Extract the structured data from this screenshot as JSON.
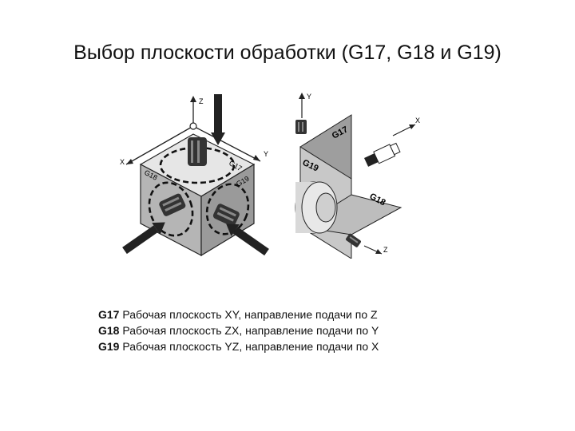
{
  "slide": {
    "title": "Выбор плоскости обработки (G17, G18 и G19)"
  },
  "figure_left": {
    "axes": {
      "z": "Z",
      "x": "X",
      "y": "Y"
    },
    "plane_labels": {
      "g17": "G17",
      "g18": "G18",
      "g19": "G19"
    }
  },
  "figure_right": {
    "axes": {
      "y": "Y",
      "x": "X",
      "z": "Z"
    },
    "plane_labels": {
      "g17": "G17",
      "g18": "G18",
      "g19": "G19"
    }
  },
  "legend": [
    {
      "code": "G17",
      "text": " Рабочая плоскость XY, направление подачи по Z"
    },
    {
      "code": "G18",
      "text": " Рабочая плоскость ZX, направление подачи по Y"
    },
    {
      "code": "G19",
      "text": " Рабочая плоскость YZ, направление подачи по X"
    }
  ]
}
